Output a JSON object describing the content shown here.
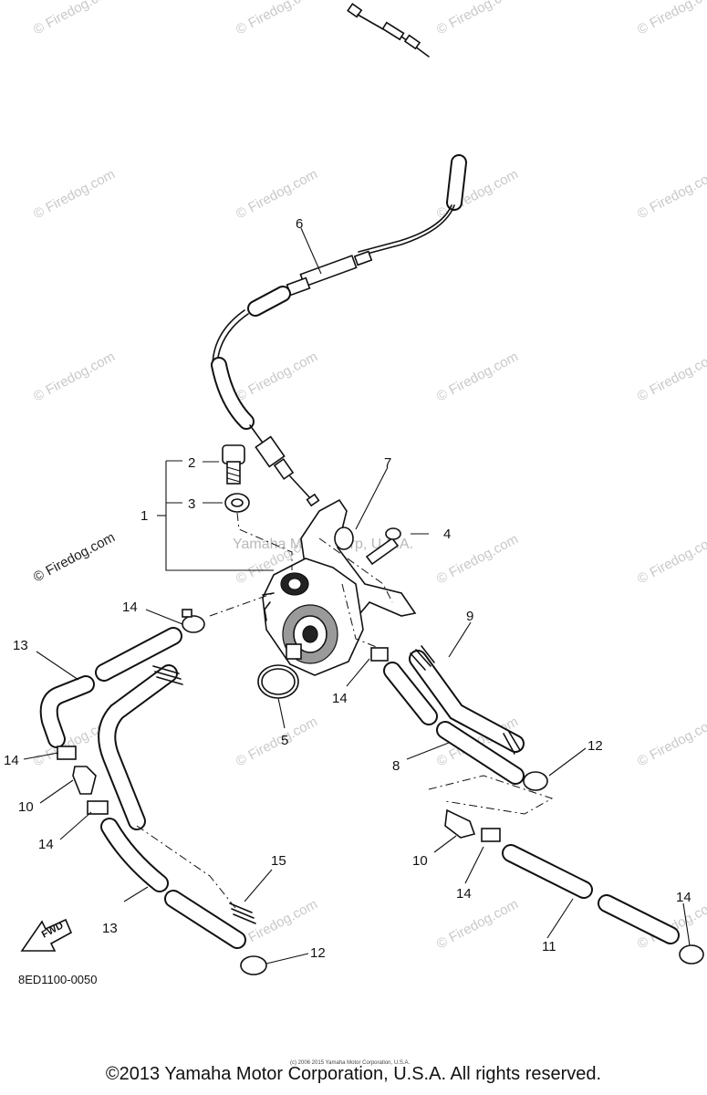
{
  "watermark": "© Firedog.com",
  "center_watermark": "Yamaha Motor Corp, U.S.A.",
  "fwd_label": "FWD",
  "drawing_code": "8ED1100-0050",
  "tiny_note": "(c) 2006 2015 Yamaha Motor Corporation, U.S.A.",
  "copyright": "©2013 Yamaha Motor Corporation, U.S.A. All rights reserved.",
  "callouts": {
    "c1": "1",
    "c2": "2",
    "c3": "3",
    "c4": "4",
    "c5": "5",
    "c6": "6",
    "c7": "7",
    "c8": "8",
    "c9": "9",
    "c10a": "10",
    "c10b": "10",
    "c11": "11",
    "c12a": "12",
    "c12b": "12",
    "c13a": "13",
    "c13b": "13",
    "c14a": "14",
    "c14b": "14",
    "c14c": "14",
    "c14d": "14",
    "c14e": "14",
    "c14f": "14",
    "c15": "15"
  }
}
